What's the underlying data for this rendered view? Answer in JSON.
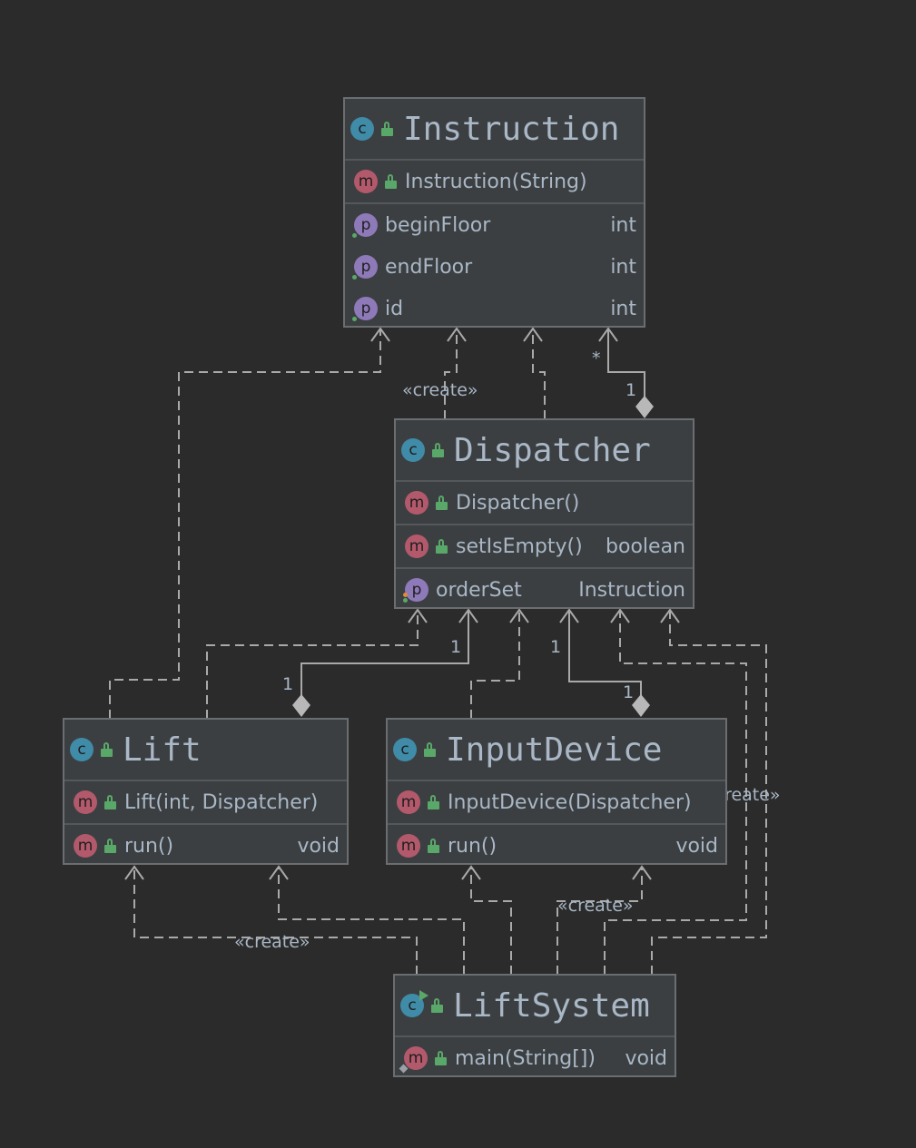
{
  "colors": {
    "background": "#2b2b2b",
    "box_fill": "#3c3f41",
    "box_border": "#6b6e70",
    "text": "#a9b7c6",
    "edge": "#a9a9a9",
    "class_badge": "#3f8ba8",
    "method_badge": "#b3596c",
    "property_badge": "#8e79b9",
    "public_lock": "#59a869"
  },
  "icons": {
    "class": "class-icon",
    "method": "method-icon",
    "property": "property-icon",
    "visibility": "public-lock-icon"
  },
  "classes": {
    "instruction": {
      "badge": "c",
      "name": "Instruction",
      "constructor": {
        "badge": "m",
        "label": "Instruction(String)"
      },
      "fields": [
        {
          "badge": "p",
          "name": "beginFloor",
          "type": "int"
        },
        {
          "badge": "p",
          "name": "endFloor",
          "type": "int"
        },
        {
          "badge": "p",
          "name": "id",
          "type": "int"
        }
      ]
    },
    "dispatcher": {
      "badge": "c",
      "name": "Dispatcher",
      "constructor": {
        "badge": "m",
        "label": "Dispatcher()"
      },
      "methods": [
        {
          "badge": "m",
          "name": "setIsEmpty()",
          "type": "boolean"
        }
      ],
      "fields": [
        {
          "badge": "p",
          "name": "orderSet",
          "type": "Instruction"
        }
      ]
    },
    "lift": {
      "badge": "c",
      "name": "Lift",
      "constructor": {
        "badge": "m",
        "label": "Lift(int, Dispatcher)"
      },
      "methods": [
        {
          "badge": "m",
          "name": "run()",
          "type": "void"
        }
      ]
    },
    "input_device": {
      "badge": "c",
      "name": "InputDevice",
      "constructor": {
        "badge": "m",
        "label": "InputDevice(Dispatcher)"
      },
      "methods": [
        {
          "badge": "m",
          "name": "run()",
          "type": "void"
        }
      ]
    },
    "lift_system": {
      "badge": "c",
      "name": "LiftSystem",
      "methods": [
        {
          "badge": "m",
          "name": "main(String[])",
          "type": "void"
        }
      ]
    }
  },
  "edge_labels": {
    "create_dispatcher_instruction": "«create»",
    "create_liftsystem_inputdevice": "«create»",
    "create_liftsystem_dispatcher": "«create»",
    "create_liftsystem_lift": "«create»",
    "instruction_star": "*",
    "dispatcher_one_top": "1",
    "dispatcher_one_lift": "1",
    "lift_one": "1",
    "dispatcher_one_input": "1",
    "input_one": "1"
  }
}
